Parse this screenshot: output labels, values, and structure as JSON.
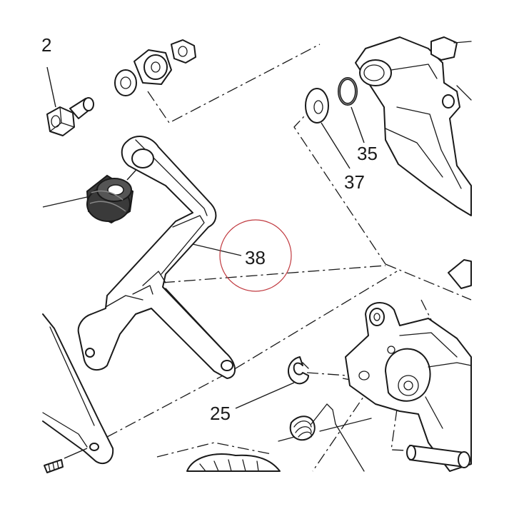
{
  "callouts": {
    "c2": "2",
    "c35": "35",
    "c37": "37",
    "c38": "38",
    "c25": "25"
  },
  "highlight_color": "#c0393f"
}
